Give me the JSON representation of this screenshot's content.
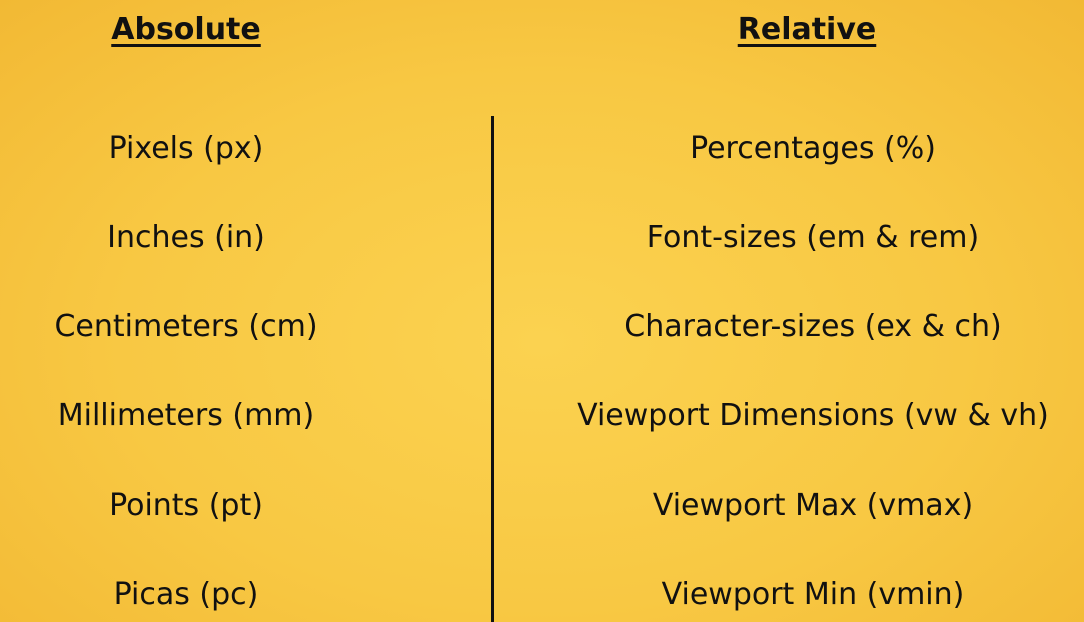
{
  "absolute": {
    "heading": "Absolute",
    "items": [
      "Pixels (px)",
      "Inches (in)",
      "Centimeters (cm)",
      "Millimeters (mm)",
      "Points (pt)",
      "Picas (pc)"
    ]
  },
  "relative": {
    "heading": "Relative",
    "items": [
      "Percentages (%)",
      "Font-sizes (em & rem)",
      "Character-sizes (ex & ch)",
      "Viewport Dimensions (vw & vh)",
      "Viewport Max (vmax)",
      "Viewport Min (vmin)"
    ]
  },
  "colors": {
    "background": "#f8c843",
    "text": "#111111"
  }
}
